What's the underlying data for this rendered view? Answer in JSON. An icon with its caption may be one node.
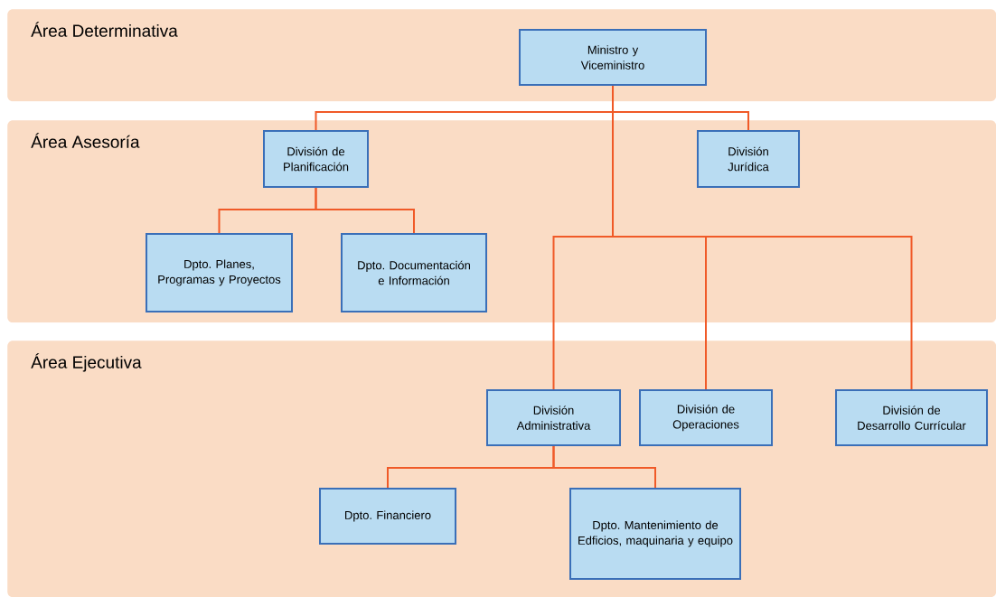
{
  "diagram": {
    "nodes": [
      {
        "text": [
          "Área Determinativa"
        ]
      },
      {
        "text": [
          "Área Asesoría"
        ]
      },
      {
        "text": [
          "Área Ejecutiva"
        ]
      },
      {
        "text": [
          "Ministro y Viceministro"
        ],
        "in": 0
      },
      {
        "text": [
          "División de Planificación"
        ],
        "in": 1
      },
      {
        "text": [
          "División Jurídica"
        ],
        "in": 1
      },
      {
        "text": [
          "Dpto. Planes, Programas y Proyectos"
        ],
        "in": 1
      },
      {
        "text": [
          "Dpto. Documentación e Información"
        ],
        "in": 1
      },
      {
        "text": [
          "División Administrativa"
        ],
        "in": 2
      },
      {
        "text": [
          "División de Operaciones"
        ],
        "in": 2
      },
      {
        "text": [
          "División de Desarrollo Currícular"
        ],
        "in": 2
      },
      {
        "text": [
          "Dpto. Financiero"
        ],
        "in": 2
      },
      {
        "text": [
          "Dpto. Mantenimiento de Edficios, maquinaria y equipo"
        ],
        "in": 2
      }
    ],
    "edges": [
      {
        "from": 3,
        "to": 4,
        "arrow": "none"
      },
      {
        "from": 3,
        "to": 5,
        "arrow": "none"
      },
      {
        "from": 4,
        "to": 6,
        "arrow": "none"
      },
      {
        "from": 4,
        "to": 7,
        "arrow": "none"
      },
      {
        "from": 3,
        "to": 8,
        "arrow": "none"
      },
      {
        "from": 3,
        "to": 9,
        "arrow": "none"
      },
      {
        "from": 3,
        "to": 10,
        "arrow": "none"
      },
      {
        "from": 8,
        "to": 11,
        "arrow": "none"
      },
      {
        "from": 8,
        "to": 12,
        "arrow": "none"
      }
    ]
  }
}
